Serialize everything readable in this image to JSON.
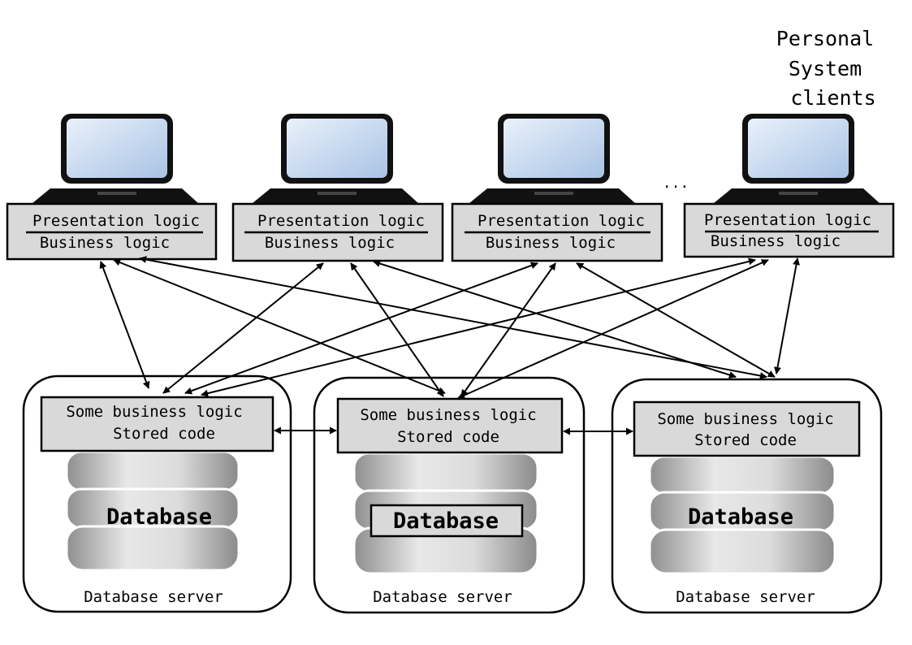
{
  "clients_label": [
    "Personal",
    "System",
    "clients"
  ],
  "ellipsis": "...",
  "clients": [
    {
      "presentation": "Presentation logic",
      "business": "Business logic"
    },
    {
      "presentation": "Presentation logic",
      "business": "Business logic"
    },
    {
      "presentation": "Presentation logic",
      "business": "Business logic"
    },
    {
      "presentation": "Presentation logic",
      "business": "Business logic"
    }
  ],
  "servers": [
    {
      "logic": "Some business logic",
      "code": "Stored code",
      "db": "Database",
      "label": "Database server"
    },
    {
      "logic": "Some business logic",
      "code": "Stored code",
      "db": "Database",
      "label": "Database server"
    },
    {
      "logic": "Some business logic",
      "code": "Stored code",
      "db": "Database",
      "label": "Database server"
    }
  ],
  "colors": {
    "box_fill": "#d9d9d9",
    "screen": "#c9daf0",
    "laptop": "#111111",
    "disk_light": "#e6e6e6",
    "disk_dark": "#9a9a9a"
  }
}
